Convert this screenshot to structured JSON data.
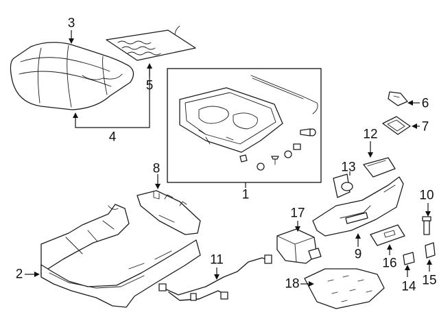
{
  "callouts": {
    "c1": "1",
    "c2": "2",
    "c3": "3",
    "c4": "4",
    "c5": "5",
    "c6": "6",
    "c7": "7",
    "c8": "8",
    "c9": "9",
    "c10": "10",
    "c11": "11",
    "c12": "12",
    "c13": "13",
    "c14": "14",
    "c15": "15",
    "c16": "16",
    "c17": "17",
    "c18": "18"
  },
  "colors": {
    "line": "#1a1a1a",
    "background": "#ffffff"
  }
}
